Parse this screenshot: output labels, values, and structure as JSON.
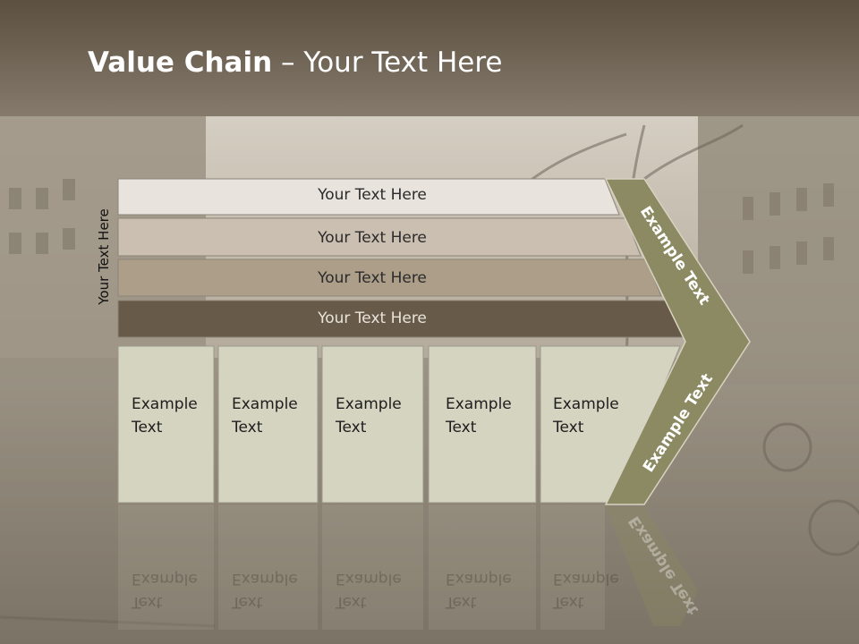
{
  "slide": {
    "title_bold": "Value Chain",
    "title_rest": " – Your Text Here",
    "side_label": "Your Text Here"
  },
  "bands": [
    {
      "label": "Your Text Here",
      "fill": "#e8e3dc",
      "text_color": "#2b2b2b"
    },
    {
      "label": "Your Text Here",
      "fill": "#cbbfb1",
      "text_color": "#2b2b2b"
    },
    {
      "label": "Your Text Here",
      "fill": "#ad9e89",
      "text_color": "#2b2b2b"
    },
    {
      "label": "Your Text Here",
      "fill": "#685a48",
      "text_color": "#e9e4db"
    }
  ],
  "boxes": [
    {
      "line1": "Example",
      "line2": "Text"
    },
    {
      "line1": "Example",
      "line2": "Text"
    },
    {
      "line1": "Example",
      "line2": "Text"
    },
    {
      "line1": "Example",
      "line2": "Text"
    },
    {
      "line1": "Example",
      "line2": "Text"
    }
  ],
  "chevron": {
    "upper_label": "Example Text",
    "lower_label": "Example Text",
    "fill": "#8b8a62"
  },
  "colors": {
    "header": "#6b604f",
    "box_fill": "#d5d4c1",
    "box_border": "#9a988a"
  }
}
